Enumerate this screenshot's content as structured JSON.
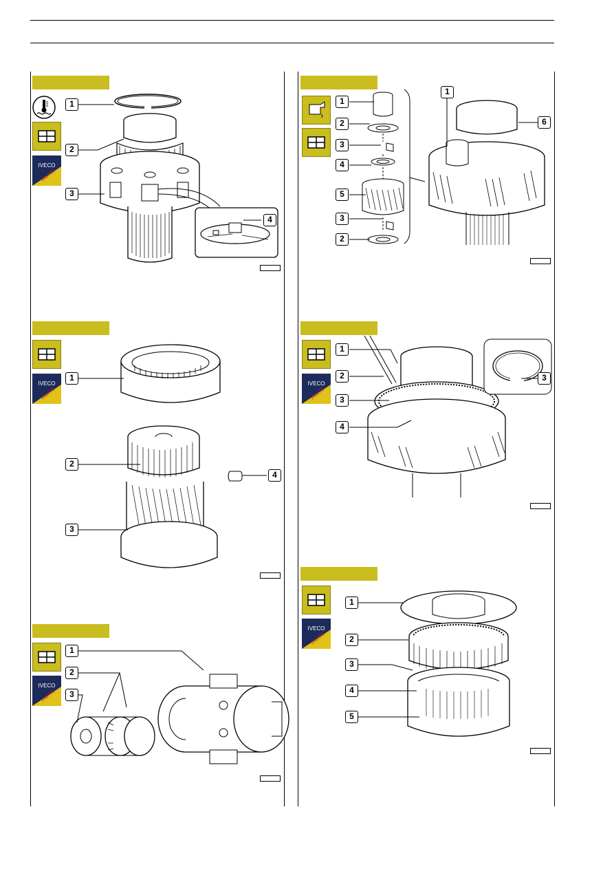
{
  "colors": {
    "accent_yellow": "#c9bd1f",
    "iveco_blue": "#1d2a5c",
    "parts_red": "#c31d1d"
  },
  "brand": {
    "logo_text": "IVECO",
    "logo_parts": "PARTS"
  },
  "icons": {
    "heat": "thermometer-icon",
    "tools": "tool-grid-icon",
    "lubricant": "oil-can-icon"
  },
  "figures": [
    {
      "callouts": [
        "1",
        "2",
        "3",
        "4"
      ]
    },
    {
      "callouts": [
        "1",
        "2",
        "3",
        "4",
        "5",
        "3",
        "2",
        "1",
        "6"
      ]
    },
    {
      "callouts": [
        "1",
        "2",
        "4",
        "3"
      ]
    },
    {
      "callouts": [
        "1",
        "2",
        "3",
        "4",
        "3"
      ]
    },
    {
      "callouts": [
        "1",
        "2",
        "3"
      ]
    },
    {
      "callouts": [
        "1",
        "2",
        "3",
        "4",
        "5"
      ]
    }
  ]
}
